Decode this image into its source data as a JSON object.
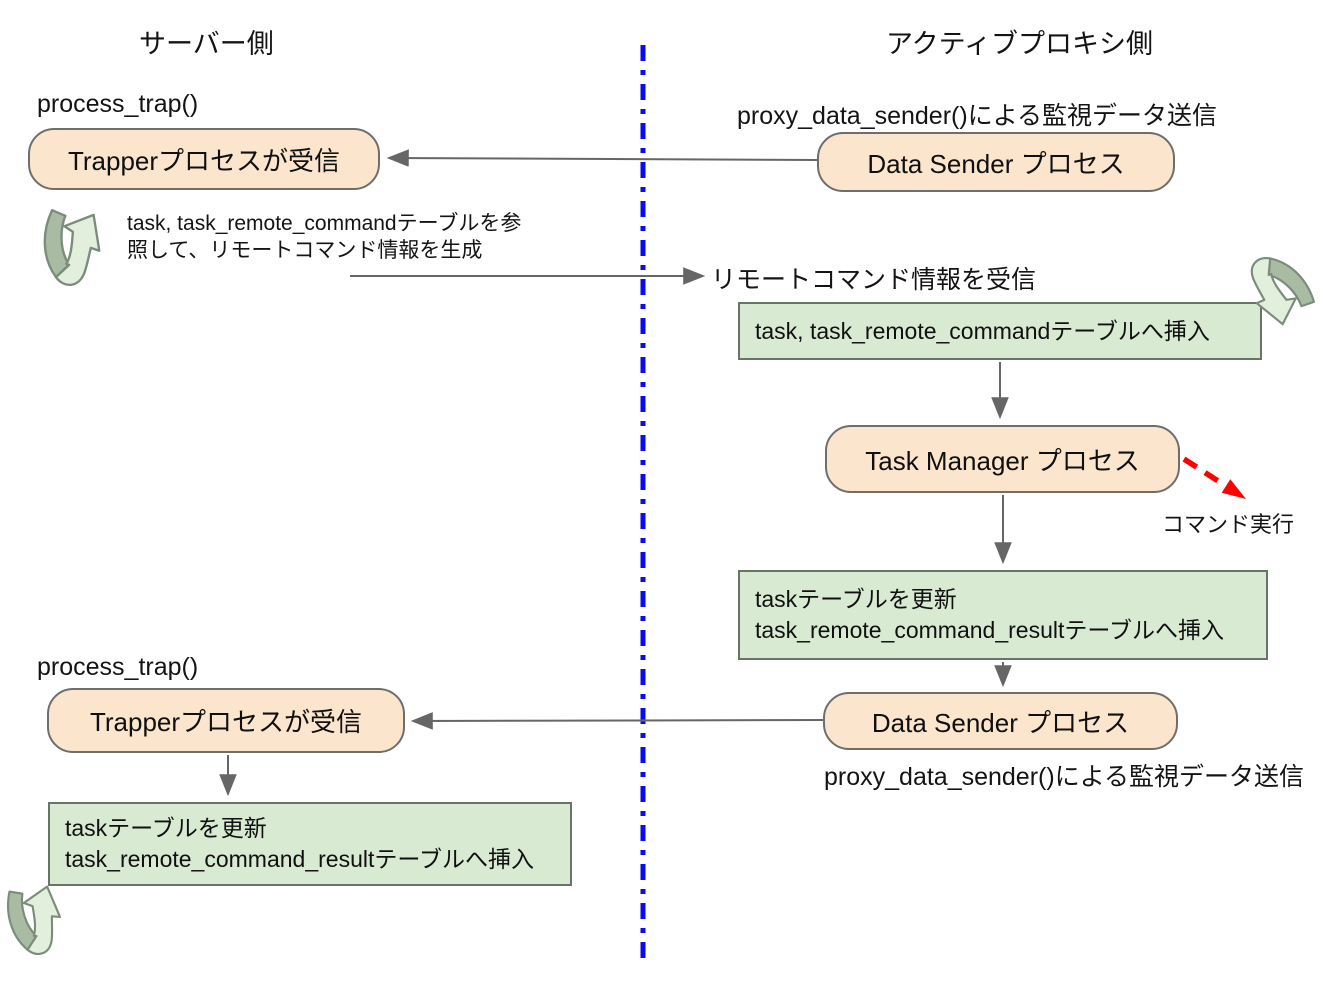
{
  "headers": {
    "server_side": "サーバー側",
    "proxy_side": "アクティブプロキシ側"
  },
  "server": {
    "process_trap_top": "process_trap()",
    "trapper_top": "Trapperプロセスが受信",
    "note_line1": "task, task_remote_commandテーブルを参",
    "note_line2": "照して、リモートコマンド情報を生成",
    "process_trap_bottom": "process_trap()",
    "trapper_bottom": "Trapperプロセスが受信",
    "update_box_line1": "taskテーブルを更新",
    "update_box_line2": "task_remote_command_resultテーブルへ挿入"
  },
  "proxy": {
    "sender_label_top": "proxy_data_sender()による監視データ送信",
    "data_sender_top": "Data Sender プロセス",
    "receive_label": "リモートコマンド情報を受信",
    "insert_box": "task, task_remote_commandテーブルへ挿入",
    "task_manager": "Task Manager プロセス",
    "command_exec": "コマンド実行",
    "update_box_line1": "taskテーブルを更新",
    "update_box_line2": "task_remote_command_result�テーブルへ挿入",
    "update_box_line2_fixed": "task_remote_command_resultテーブルへ挿入",
    "data_sender_bottom": "Data Sender プロセス",
    "sender_label_bottom": "proxy_data_sender()による監視データ送信"
  },
  "icons": {
    "loop_arrow": "curved-loop-arrow"
  },
  "colors": {
    "process_box_fill": "#fce5cd",
    "process_box_border": "#6e6e6e",
    "db_box_fill": "#d9ead3",
    "db_box_border": "#677467",
    "divider_blue": "#0b0bf0",
    "arrow_red": "#fe0000",
    "line_gray": "#666666",
    "curl_dark": "#a9bba3",
    "curl_light": "#e2efdc"
  }
}
